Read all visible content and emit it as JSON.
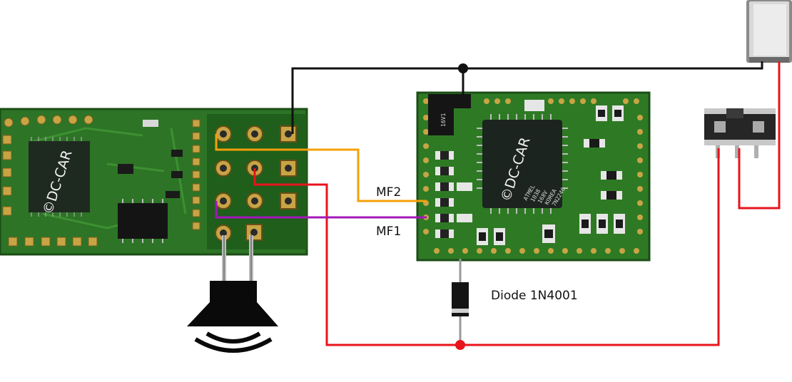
{
  "labels": {
    "mf2": "MF2",
    "mf1": "MF1",
    "diode": "Diode 1N4001"
  },
  "watermark": "©DC-CAR",
  "chip_marks": {
    "regulator": "16V1",
    "mcu_line1": "ATMEL",
    "mcu_line2": "1038",
    "mcu_line3": "168V",
    "mcu_line4": "KOREA",
    "mcu_line5": "7N2246"
  },
  "colors": {
    "wire_black": "#111111",
    "wire_red": "#e8141c",
    "wire_orange": "#f5a00a",
    "wire_purple": "#a318b8",
    "pcb_green": "#2e7a24",
    "pcb_dark": "#1f5a1a",
    "pad_gold": "#c8a445",
    "speaker": "#0a0a0a"
  },
  "icons": {
    "speaker": "speaker-icon",
    "reed_switch": "reed-switch-icon",
    "slide_switch": "slide-switch-icon",
    "diode": "diode-icon"
  }
}
